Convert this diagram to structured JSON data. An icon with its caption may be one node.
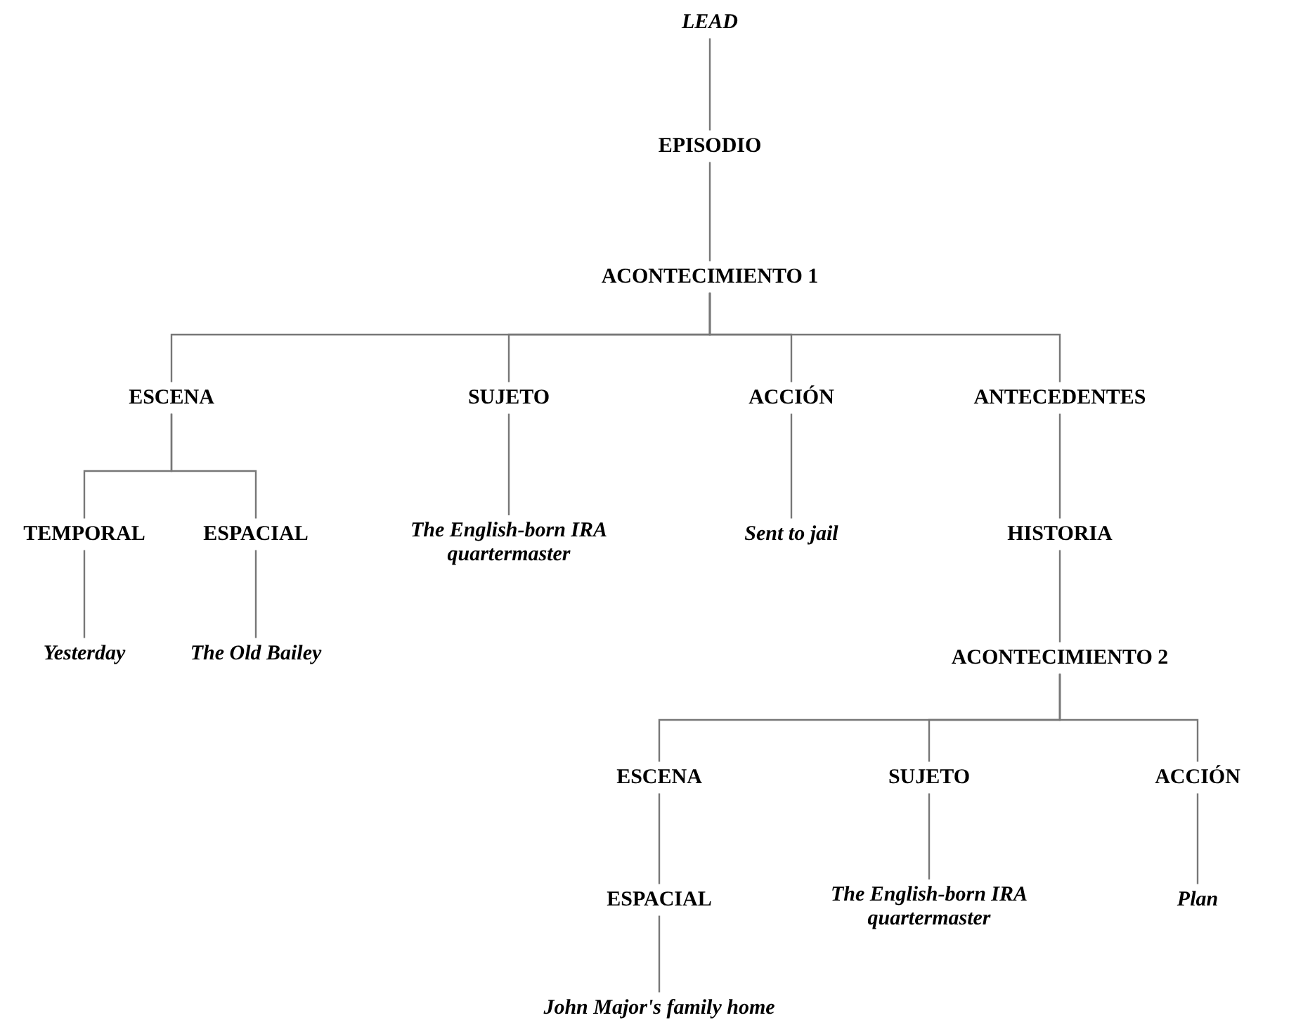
{
  "diagram": {
    "nodes": [
      {
        "text": [
          "LEAD"
        ]
      },
      {
        "text": [
          "EPISODIO"
        ]
      },
      {
        "text": [
          "ACONTECIMIENTO 1"
        ]
      },
      {
        "text": [
          "ESCENA"
        ]
      },
      {
        "text": [
          "SUJETO"
        ]
      },
      {
        "text": [
          "ACCIÓN"
        ]
      },
      {
        "text": [
          "ANTECEDENTES"
        ]
      },
      {
        "text": [
          "TEMPORAL"
        ]
      },
      {
        "text": [
          "ESPACIAL"
        ]
      },
      {
        "text": [
          "The English-born IRA quartermaster"
        ]
      },
      {
        "text": [
          "Sent to jail"
        ]
      },
      {
        "text": [
          "HISTORIA"
        ]
      },
      {
        "text": [
          "Yesterday"
        ]
      },
      {
        "text": [
          "The Old Bailey"
        ]
      },
      {
        "text": [
          "ACONTECIMIENTO 2"
        ]
      },
      {
        "text": [
          "ESCENA"
        ]
      },
      {
        "text": [
          "SUJETO"
        ]
      },
      {
        "text": [
          "ACCIÓN"
        ]
      },
      {
        "text": [
          "ESPACIAL"
        ]
      },
      {
        "text": [
          "The English-born IRA quartermaster"
        ]
      },
      {
        "text": [
          "Plan"
        ]
      },
      {
        "text": [
          "John Major's family home"
        ]
      }
    ],
    "edges": [
      {
        "from": 0,
        "to": 1,
        "arrow": "none"
      },
      {
        "from": 1,
        "to": 2,
        "arrow": "none"
      },
      {
        "from": 2,
        "to": 3,
        "arrow": "none"
      },
      {
        "from": 2,
        "to": 4,
        "arrow": "none"
      },
      {
        "from": 2,
        "to": 5,
        "arrow": "none"
      },
      {
        "from": 2,
        "to": 6,
        "arrow": "none"
      },
      {
        "from": 3,
        "to": 7,
        "arrow": "none"
      },
      {
        "from": 3,
        "to": 8,
        "arrow": "none"
      },
      {
        "from": 4,
        "to": 9,
        "arrow": "none"
      },
      {
        "from": 5,
        "to": 10,
        "arrow": "none"
      },
      {
        "from": 6,
        "to": 11,
        "arrow": "none"
      },
      {
        "from": 7,
        "to": 12,
        "arrow": "none"
      },
      {
        "from": 8,
        "to": 13,
        "arrow": "none"
      },
      {
        "from": 11,
        "to": 14,
        "arrow": "none"
      },
      {
        "from": 14,
        "to": 15,
        "arrow": "none"
      },
      {
        "from": 14,
        "to": 16,
        "arrow": "none"
      },
      {
        "from": 14,
        "to": 17,
        "arrow": "none"
      },
      {
        "from": 15,
        "to": 18,
        "arrow": "none"
      },
      {
        "from": 16,
        "to": 19,
        "arrow": "none"
      },
      {
        "from": 17,
        "to": 20,
        "arrow": "none"
      },
      {
        "from": 18,
        "to": 21,
        "arrow": "none"
      }
    ]
  }
}
